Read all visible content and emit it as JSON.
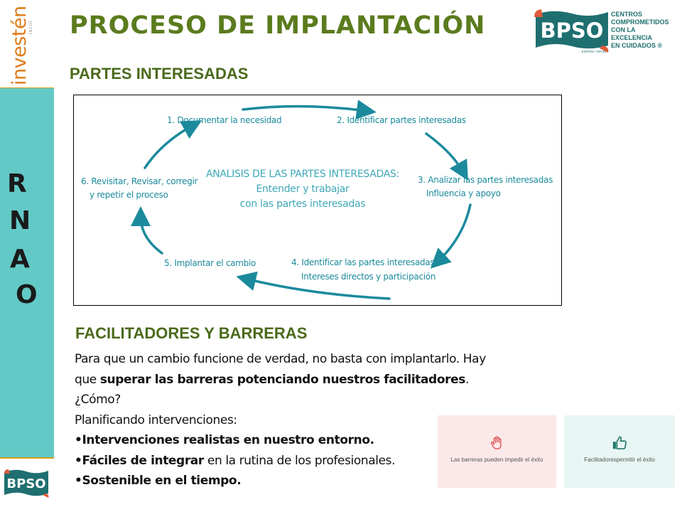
{
  "title": "PROCESO DE IMPLANTACIÓN",
  "logo_investen": {
    "main": "investén",
    "sub": "isciii"
  },
  "sidebar": {
    "letters": [
      "R",
      "N",
      "A",
      "O"
    ]
  },
  "bpso": {
    "logo_text": "BPSO",
    "region": "ESPAÑA / SPAIN",
    "caption": [
      "CENTROS",
      "COMPROMETIDOS",
      "CON LA",
      "EXCELENCIA",
      "EN CUIDADOS ®"
    ]
  },
  "section_partes": {
    "heading": "PARTES INTERESADAS",
    "center": [
      "ANALISIS DE LAS PARTES INTERESADAS:",
      "Entender y trabajar",
      "con las partes interesadas"
    ],
    "steps": {
      "s1": "1. Documentar la necesidad",
      "s2": "2. Identificar partes interesadas",
      "s3a": "3. Analizar las partes interesadas",
      "s3b": "Influencia y apoyo",
      "s4a": "4. Identificar las partes interesadas",
      "s4b": "Intereses directos y participación",
      "s5": "5. Implantar el cambio",
      "s6a": "6. Revisitar, Revisar, corregir",
      "s6b": "y repetir el proceso"
    }
  },
  "section_fac": {
    "heading": "FACILITADORES Y BARRERAS",
    "p1": "Para que un cambio funcione de verdad, no basta con implantarlo. Hay",
    "p2_pre": "que ",
    "p2_bold": "superar las barreras potenciando nuestros facilitadores",
    "p2_post": ".",
    "p3": "¿Cómo?",
    "p4": "Planificando intervenciones:",
    "b1_bold": "•Intervenciones realistas en nuestro entorno.",
    "b2_bold": "•Fáciles de integrar",
    "b2_rest": " en la rutina de los profesionales.",
    "b3_bold": "•Sostenible en el tiempo."
  },
  "cards": {
    "barrier": {
      "icon": "hand-stop-icon",
      "label": "Las barreras pueden impedir el éxito",
      "color": "#e05a5a"
    },
    "facil": {
      "icon": "thumbs-up-icon",
      "label": "Facilitadorespermitir el éxito",
      "color": "#1f7a6a"
    }
  },
  "colors": {
    "title": "#5b7b1e",
    "sidebar": "#63c9c7",
    "accent_teal": "#1b8a9c",
    "bpso": "#1f6f70",
    "bpso_red": "#e35a38"
  }
}
